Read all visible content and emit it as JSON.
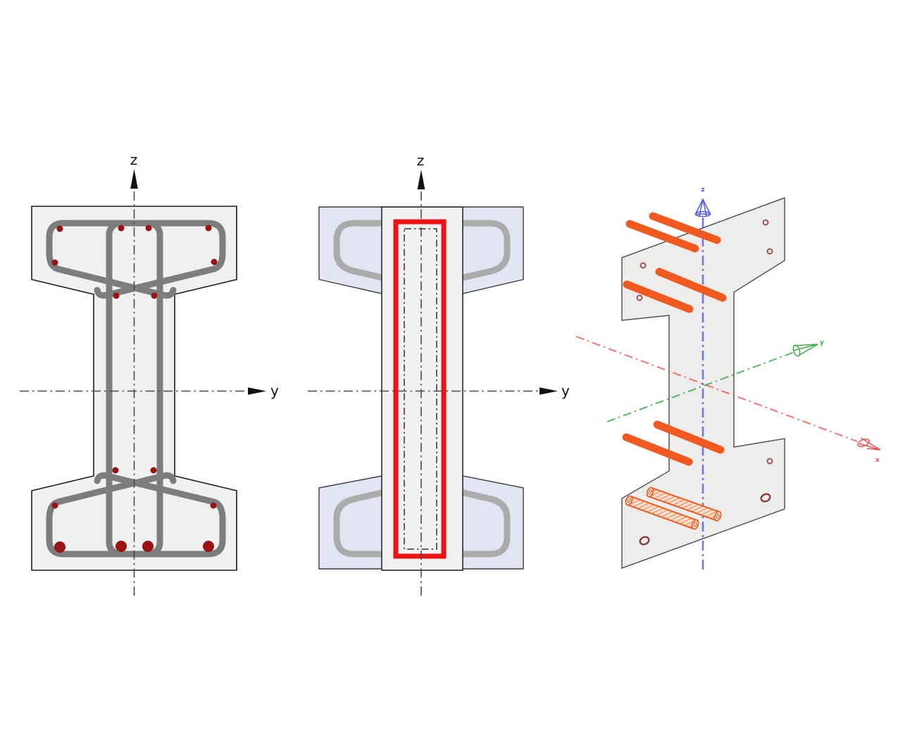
{
  "views": {
    "section_2d": {
      "axis_z_label": "z",
      "axis_y_label": "y"
    },
    "section_highlight": {
      "axis_z_label": "z",
      "axis_y_label": "y"
    },
    "view_3d": {
      "axis_x_label": "x",
      "axis_y_label": "y",
      "axis_z_label": "z"
    }
  },
  "colors": {
    "concrete_fill": "#f0f0f0",
    "stirrup_dark": "#7d7d7d",
    "stirrup_light": "#ababab",
    "rebar_red": "#9b1212",
    "flange_blue": "#e3e4f4",
    "highlight_red": "#ee1111",
    "axis_dash": "#4a4a4a",
    "face_fill": "#ededec",
    "axis3d_x": "#f25050",
    "axis3d_y": "#3faa4c",
    "axis3d_z": "#5356e8",
    "bar_orange": "#f0591f",
    "hole_brown": "#a04545"
  }
}
